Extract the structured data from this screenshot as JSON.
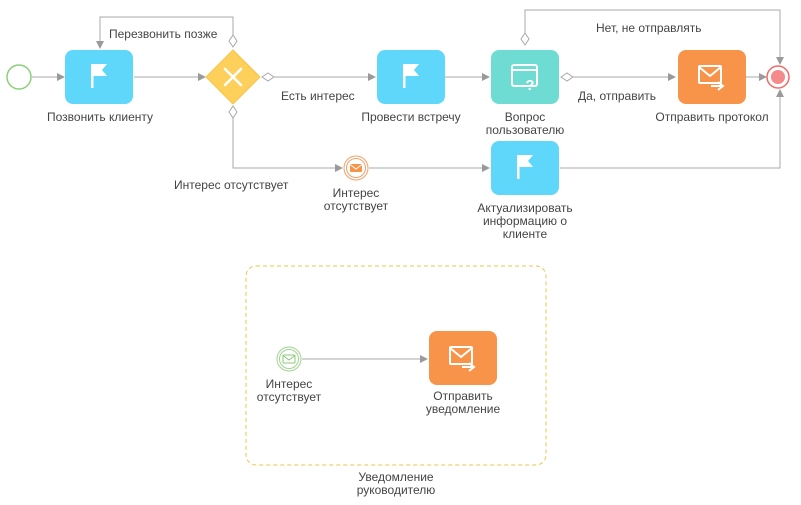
{
  "colors": {
    "task_blue": "#5fd7fb",
    "task_teal": "#6fdcd3",
    "task_orange": "#f7944a",
    "gateway": "#fdd05c",
    "start_green": "#8bd07a",
    "end_red": "#ef6a6a",
    "connector": "#a8a8a8",
    "subprocess_border": "#e8c84a"
  },
  "tasks": {
    "call_client": {
      "label": "Позвонить клиенту",
      "icon": "flag-icon"
    },
    "meeting": {
      "label": "Провести встречу",
      "icon": "flag-icon"
    },
    "user_question": {
      "label": "Вопрос пользователю",
      "icon": "question-window-icon"
    },
    "send_protocol": {
      "label": "Отправить протокол",
      "icon": "mail-send-icon"
    },
    "update_client": {
      "label": "Актуализировать информацию о клиенте",
      "icon": "flag-icon"
    },
    "send_notification": {
      "label": "Отправить уведомление",
      "icon": "mail-send-icon"
    }
  },
  "flows": {
    "call_later": "Перезвонить позже",
    "has_interest": "Есть интерес",
    "no_interest": "Интерес отсутствует",
    "yes_send": "Да, отправить",
    "no_send": "Нет, не отправлять"
  },
  "events": {
    "interest_missing_throw": "Интерес отсутствует",
    "interest_missing_catch": "Интерес отсутствует"
  },
  "subprocess": {
    "label": "Уведомление руководителю"
  }
}
